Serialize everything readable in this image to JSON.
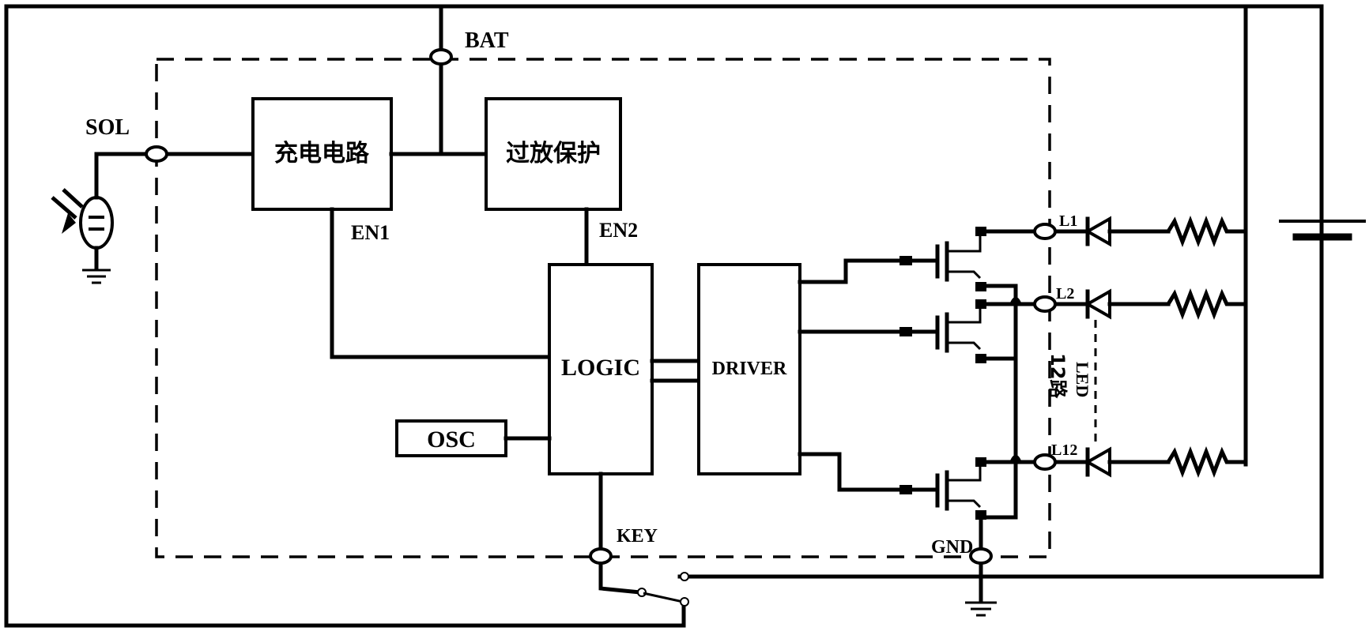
{
  "pins": {
    "bat": "BAT",
    "sol": "SOL",
    "key": "KEY",
    "gnd": "GND",
    "l1": "L1",
    "l2": "L2",
    "l12": "L12"
  },
  "blocks": {
    "charge": "充电电路",
    "overdischarge": "过放保护",
    "logic": "LOGIC",
    "driver": "DRIVER",
    "osc": "OSC"
  },
  "signals": {
    "en1": "EN1",
    "en2": "EN2"
  },
  "led_note": {
    "line1": "12路",
    "line2": "LED"
  }
}
